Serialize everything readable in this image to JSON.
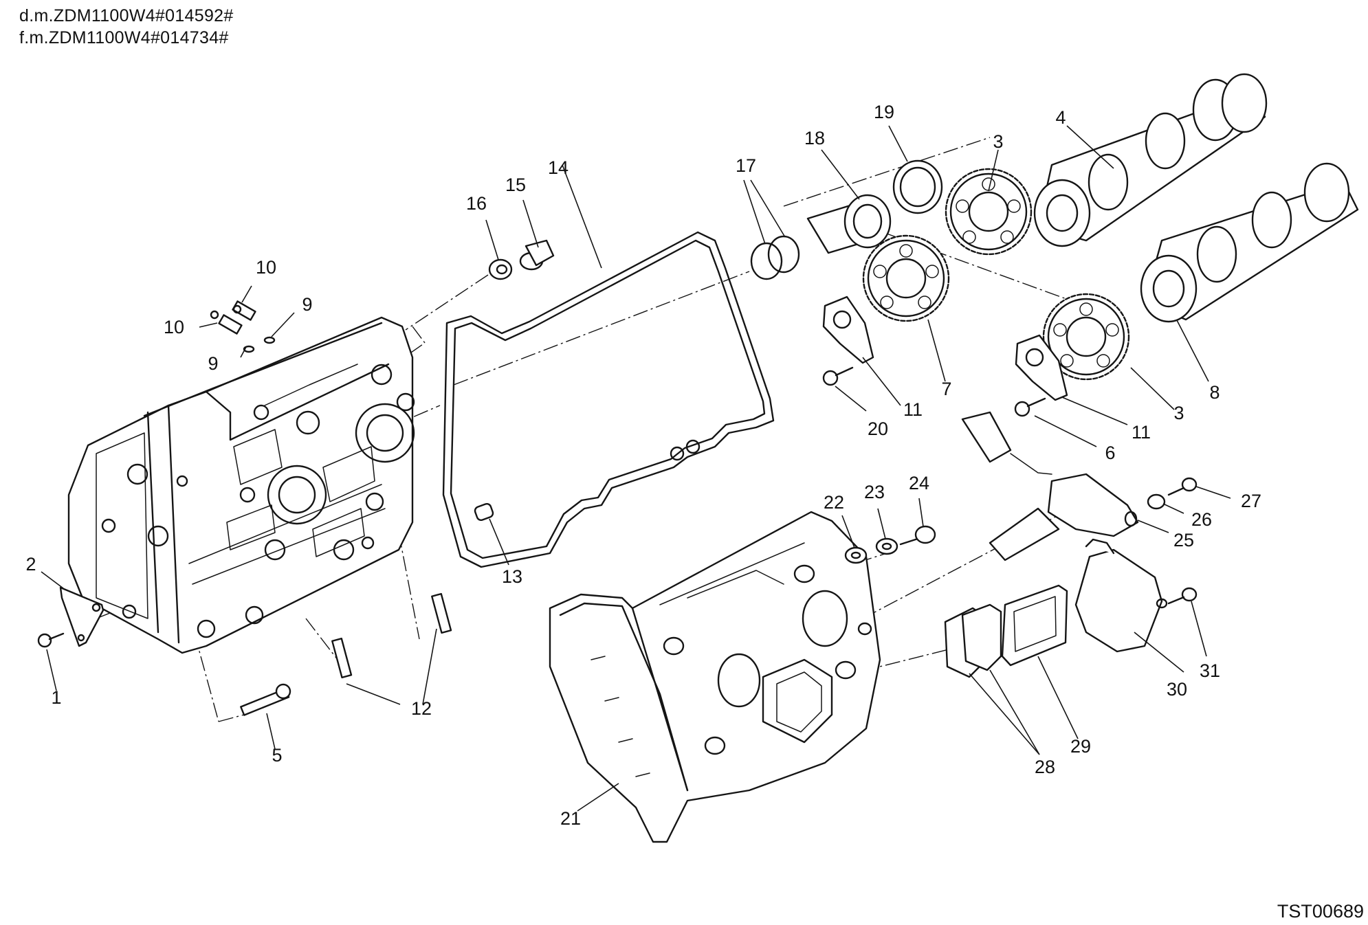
{
  "header": {
    "line1": "d.m.ZDM1100W4#014592#",
    "line2": "f.m.ZDM1100W4#014734#"
  },
  "drawing_code": "TST00689",
  "callouts": {
    "c1": "1",
    "c2": "2",
    "c3a": "3",
    "c3b": "3",
    "c4": "4",
    "c5": "5",
    "c6": "6",
    "c7": "7",
    "c8": "8",
    "c9a": "9",
    "c9b": "9",
    "c10a": "10",
    "c10b": "10",
    "c11a": "11",
    "c11b": "11",
    "c12": "12",
    "c13": "13",
    "c14": "14",
    "c15": "15",
    "c16": "16",
    "c17": "17",
    "c18": "18",
    "c19": "19",
    "c20": "20",
    "c21": "21",
    "c22": "22",
    "c23": "23",
    "c24": "24",
    "c25": "25",
    "c26": "26",
    "c27": "27",
    "c28": "28",
    "c29": "29",
    "c30": "30",
    "c31": "31"
  }
}
